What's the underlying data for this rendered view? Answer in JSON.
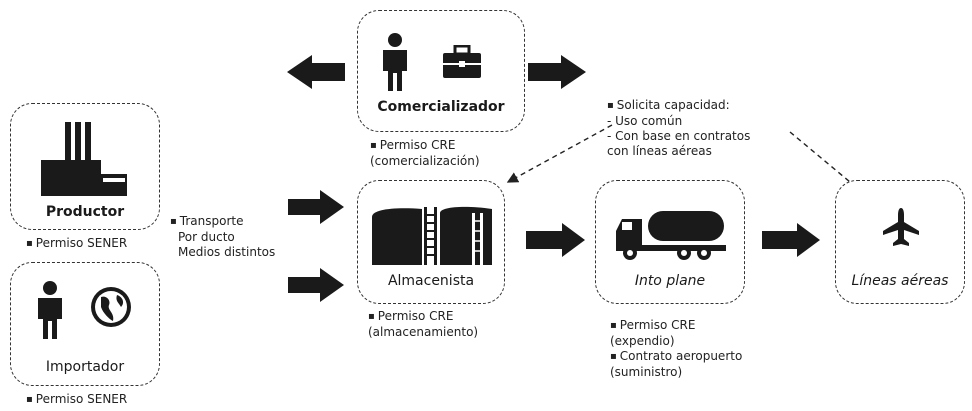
{
  "nodes": {
    "comercializador": {
      "label": "Comercializador",
      "notes": [
        "Permiso CRE",
        "(comercialización)"
      ]
    },
    "productor": {
      "label": "Productor",
      "notes": [
        "Permiso SENER"
      ]
    },
    "importador": {
      "label": "Importador",
      "notes": [
        "Permiso SENER"
      ]
    },
    "almacenista": {
      "label": "Almacenista",
      "notes": [
        "Permiso CRE",
        "(almacenamiento)"
      ]
    },
    "into_plane": {
      "label": "Into plane",
      "notes": [
        "Permiso CRE",
        "(expendio)",
        "Contrato aeropuerto",
        "(suministro)"
      ]
    },
    "lineas_aereas": {
      "label": "Líneas aéreas"
    }
  },
  "transport_note": [
    "Transporte",
    "Por ducto",
    "Medios distintos"
  ],
  "capacity_note": [
    "Solicita capacidad:",
    "- Uso común",
    "- Con base en contratos",
    "con líneas aéreas"
  ],
  "icons": [
    "person-icon",
    "briefcase-icon",
    "factory-icon",
    "globe-icon",
    "storage-tanks-icon",
    "tanker-truck-icon",
    "airplane-icon",
    "arrow-icon"
  ],
  "colors": {
    "ink": "#1a1a1a",
    "border": "#333333",
    "background": "#ffffff"
  }
}
